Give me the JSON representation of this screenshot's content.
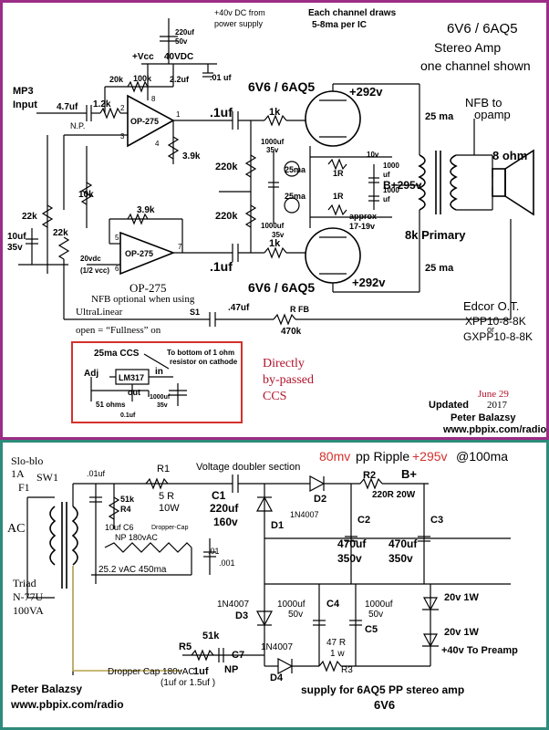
{
  "top": {
    "title1": "6V6 / 6AQ5",
    "title2": "Stereo Amp",
    "title3": "one channel shown",
    "supply_note1": "+40v DC from",
    "supply_note2": "power supply",
    "draw_note1": "Each channel draws",
    "draw_note2": "5-8ma per IC",
    "mp3": "MP3",
    "input": "Input",
    "c_in": "4.7uf",
    "np": "N.P.",
    "r_in": "1.2k",
    "c220": "220uf",
    "c220v": "50v",
    "vcc": "+Vcc",
    "v40": "40VDC",
    "c22": "2.2uf",
    "c01": ".01 uf",
    "r20k": "20k",
    "r100k": "100k",
    "op1": "OP-275",
    "pin2": "2",
    "pin3": "3",
    "pin8": "8",
    "pin1": "1",
    "pin4": "4",
    "r39k_a": "3.9k",
    "r39k_b": "3.9k",
    "r10k": "10k",
    "r22k_a": "22k",
    "r22k_b": "22k",
    "c10uf": "10uf",
    "c10uf_v": "35v",
    "v20": "20vdc",
    "half_vcc": "(1/2 vcc)",
    "op2": "OP-275",
    "op2_label": "OP-275",
    "pin5": "5",
    "pin6": "6",
    "pin7": "7",
    "cc1": ".1uf",
    "cc2": ".1uf",
    "tube_top": "6V6 / 6AQ5",
    "tube_bot": "6V6 / 6AQ5",
    "r1k_a": "1k",
    "r1k_b": "1k",
    "r220k_a": "220k",
    "r220k_b": "220k",
    "c1000_a": "1000uf",
    "c1000_a_v": "35v",
    "c1000_b": "1000uf",
    "c1000_b_v": "35v",
    "ma25_a": "25ma",
    "ma25_b": "25ma",
    "r1r_a": "1R",
    "r1r_b": "1R",
    "c10v": "10v",
    "c1000_c": "1000",
    "c1000_c_u": "uf",
    "c1000_d": "1000",
    "c1000_d_u": "uf",
    "approx": "approx",
    "approx_v": "17-19v",
    "bplus": "B+295v",
    "v292_a": "+292v",
    "v292_b": "+292v",
    "ma25_top": "25 ma",
    "ma25_bot": "25 ma",
    "primary": "8k Primary",
    "nfb": "NFB to",
    "nfb2": "opamp",
    "ohm8": "8  ohm",
    "nfb_opt1": "NFB optional when using",
    "nfb_opt2": "UltraLinear",
    "s1": "S1",
    "open": "open = “Fullness” on",
    "c47": ".47uf",
    "rfb": "R FB",
    "r470k": "470k",
    "edcor1": "Edcor O.T.",
    "edcor2": "XPP10-8-8K",
    "edcor3": "or",
    "edcor4": "GXPP10-8-8K",
    "ccs_title": "25ma  CCS",
    "ccs_note1": "To bottom of 1 ohm",
    "ccs_note2": "resistor on cathode",
    "adj": "Adj",
    "lm317": "LM317",
    "in": "in",
    "out": "out",
    "r51": "51 ohms",
    "c01b": "0.1uf",
    "c1000ccs": "1000uf",
    "c1000ccs_v": "35v",
    "direct1": "Directly",
    "direct2": "by-passed",
    "direct3": "CCS",
    "june": "June 29",
    "updated": "Updated",
    "year": "2017",
    "author": "Peter Balazsy",
    "url": "www.pbpix.com/radio"
  },
  "bottom": {
    "fuse1": "Slo-blo",
    "fuse2": "1A",
    "f1": "F1",
    "sw1": "SW1",
    "ac": "AC",
    "triad": "Triad",
    "n77u": "N-77U",
    "va": "100VA",
    "c01": ".01uf",
    "r51k": "51k",
    "r4": "R4",
    "r1": "R1",
    "r5r": "5 R",
    "r10w": "10W",
    "c6a": "10uf C6",
    "c6b": "Dropper-Cap",
    "c6c": "NP 180vAC",
    "vac": "25.2 vAC 450ma",
    "c01b": ".01",
    "c001": ".001",
    "doubler": "Voltage doubler section",
    "c1": "C1",
    "c1v": "220uf",
    "c1vv": "160v",
    "d1": "D1",
    "d1n": "1N4007",
    "d2": "D2",
    "r2": "R2",
    "r220": "220R 20W",
    "bplus": "B+",
    "ripple_a": "80mv",
    "ripple_b": "pp Ripple",
    "ripple_c": "+295v",
    "ripple_d": "@100ma",
    "c2": "C2",
    "c2v": "470uf",
    "c2vv": "350v",
    "c3": "C3",
    "c3v": "470uf",
    "c3vv": "350v",
    "d3n": "1N4007",
    "d3": "D3",
    "c4a": "1000uf",
    "c4b": "50v",
    "c4": "C4",
    "c5a": "1000uf",
    "c5b": "50v",
    "c5": "C5",
    "z1": "20v 1W",
    "z2": "20v 1W",
    "v40": "+40v To Preamp",
    "r5": "R5",
    "r51k2": "51k",
    "c7": "C7",
    "np": "NP",
    "d4n": "1N4007",
    "d4": "D4",
    "r47": "47 R",
    "r1w": "1 w",
    "r3": "R3",
    "dropper": "Dropper Cap 180vAC",
    "dropper_v": "1uf",
    "dropper2": "(1uf or 1.5uf )",
    "supply1": "supply for 6AQ5 PP stereo amp",
    "supply2": "6V6",
    "author": "Peter Balazsy",
    "url": "www.pbpix.com/radio"
  }
}
